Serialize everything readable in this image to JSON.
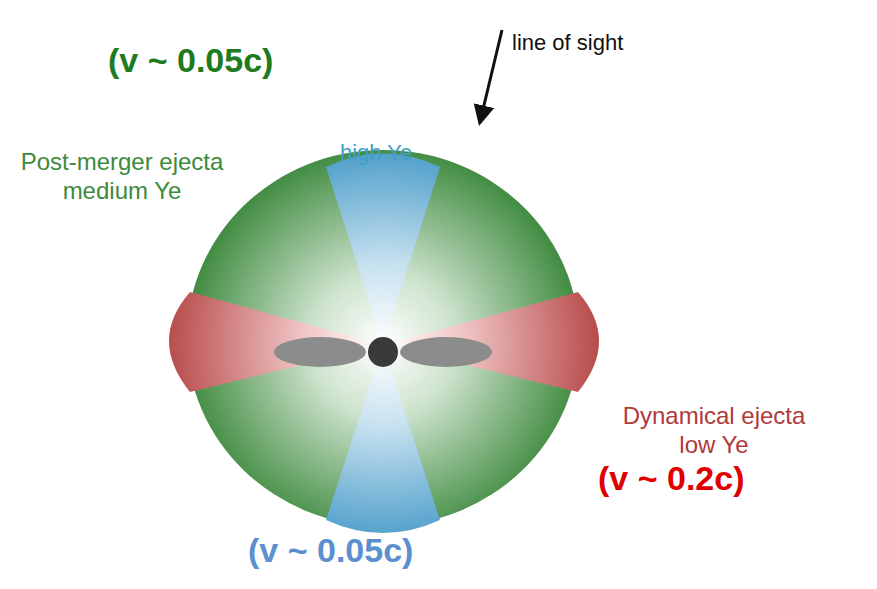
{
  "diagram": {
    "labels": [
      "line of sight",
      "(v ~ 0.05c)",
      "Post-merger ejecta medium Ye",
      "high Ye",
      "Dynamical ejecta low Ye",
      "(v ~ 0.2c)",
      "(v ~ 0.05c)"
    ]
  }
}
